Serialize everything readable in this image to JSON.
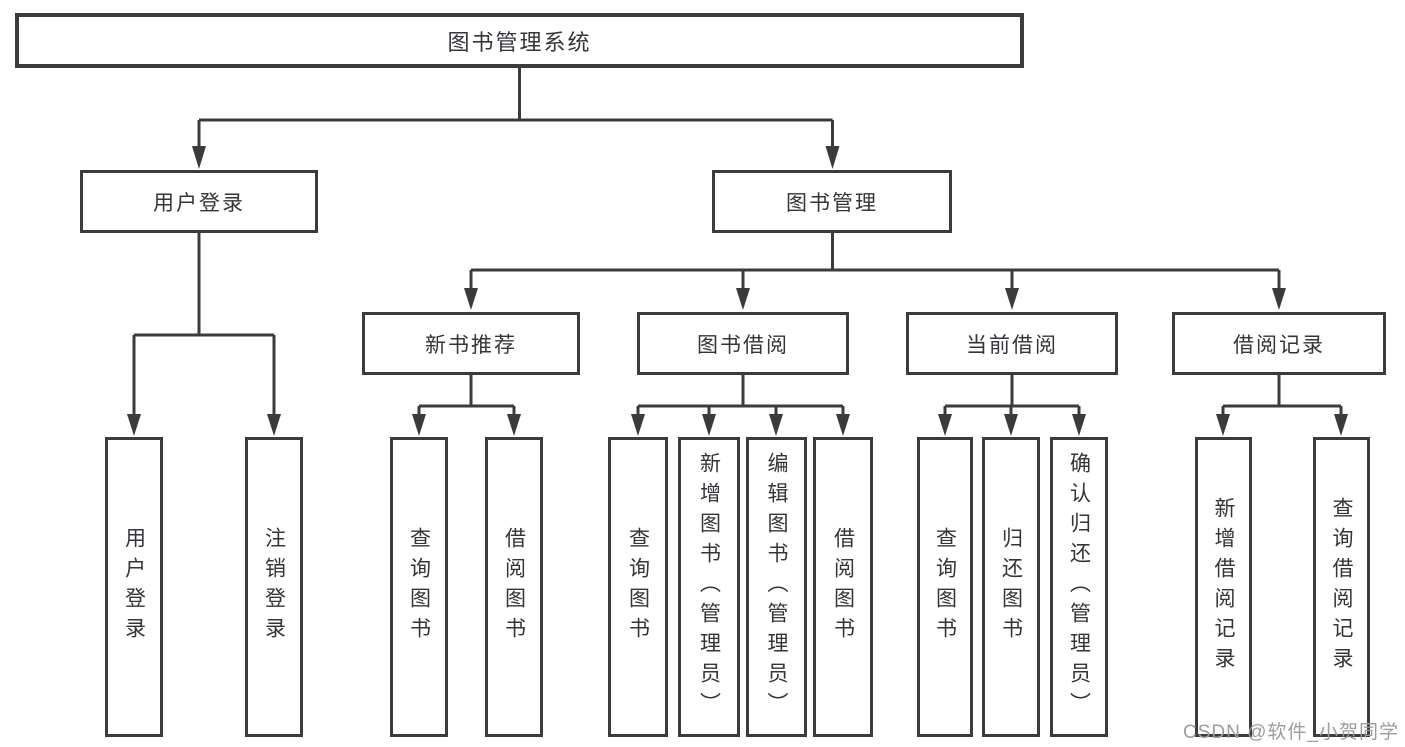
{
  "diagram": {
    "root": {
      "label": "图书管理系统"
    },
    "branches": [
      {
        "label": "用户登录",
        "children": [
          {
            "label": "用户登录"
          },
          {
            "label": "注销登录"
          }
        ]
      },
      {
        "label": "图书管理",
        "children": [
          {
            "label": "新书推荐",
            "children": [
              {
                "label": "查询图书"
              },
              {
                "label": "借阅图书"
              }
            ]
          },
          {
            "label": "图书借阅",
            "children": [
              {
                "label": "查询图书"
              },
              {
                "label": "新增图书（管理员）"
              },
              {
                "label": "编辑图书（管理员）"
              },
              {
                "label": "借阅图书"
              }
            ]
          },
          {
            "label": "当前借阅",
            "children": [
              {
                "label": "查询图书"
              },
              {
                "label": "归还图书"
              },
              {
                "label": "确认归还（管理员）"
              }
            ]
          },
          {
            "label": "借阅记录",
            "children": [
              {
                "label": "新增借阅记录"
              },
              {
                "label": "查询借阅记录"
              }
            ]
          }
        ]
      }
    ]
  },
  "watermark": {
    "text": "CSDN @软件_小贺同学"
  },
  "colors": {
    "line": "#3b3b3b",
    "text": "#333538",
    "background": "#ffffff",
    "watermark": "#9c9c9c"
  }
}
